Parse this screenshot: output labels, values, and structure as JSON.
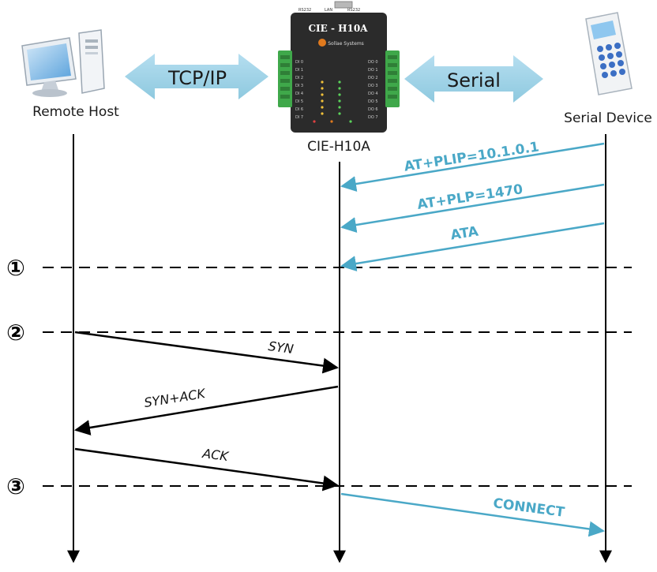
{
  "labels": {
    "tcp_ip": "TCP/IP",
    "serial": "Serial",
    "remote_host": "Remote Host",
    "device": "CIE-H10A",
    "serial_device": "Serial Device",
    "device_face_title": "CIE - H10A",
    "device_face_brand": "Sollae Systems"
  },
  "step_markers": [
    "①",
    "②",
    "③"
  ],
  "messages": {
    "plip": "AT+PLIP=10.1.0.1",
    "plp": "AT+PLP=1470",
    "ata": "ATA",
    "syn": "SYN",
    "synack": "SYN+ACK",
    "ack": "ACK",
    "connect": "CONNECT"
  },
  "colors": {
    "arrow_band": "#9fd3e4",
    "serial_message": "#4aa8c7",
    "lifeline": "#000000",
    "device_body": "#2b2b2b",
    "terminal_block": "#3fa84a",
    "device_accent": "#e07a1e"
  },
  "icons": {
    "remote_host": "desktop-computer-icon",
    "device": "cie-h10a-device-icon",
    "serial_device": "keypad-device-icon"
  }
}
